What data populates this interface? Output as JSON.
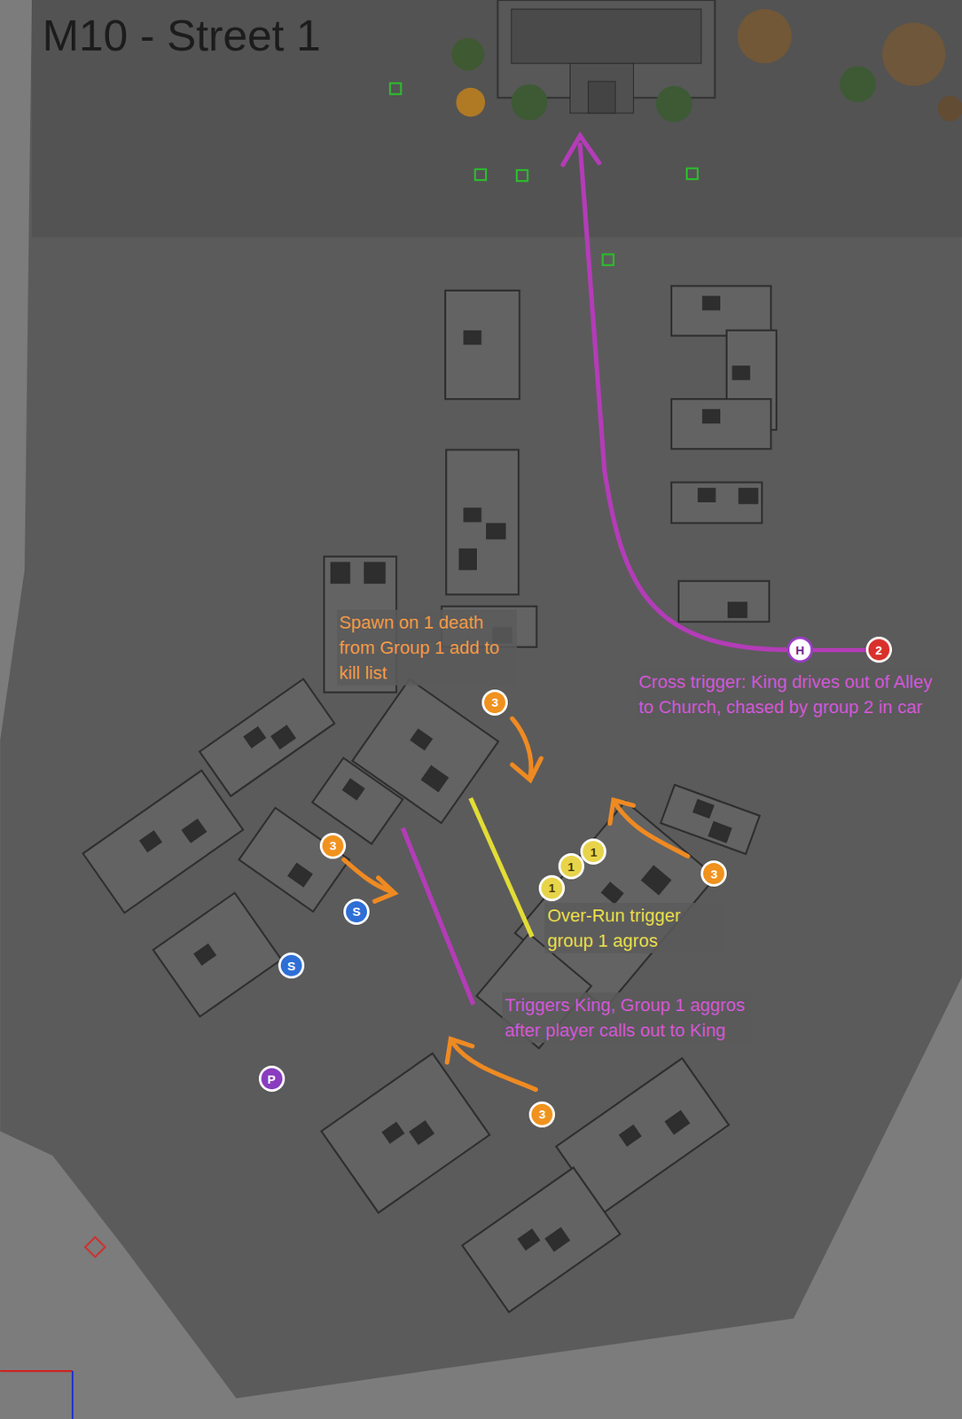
{
  "diagram": {
    "title": "M10 - Street 1",
    "nodes": [
      {
        "text": [
          "H"
        ]
      },
      {
        "text": [
          "2"
        ]
      },
      {
        "text": [
          "3"
        ]
      },
      {
        "text": [
          "1"
        ]
      },
      {
        "text": [
          "1"
        ]
      },
      {
        "text": [
          "3"
        ]
      },
      {
        "text": [
          "3"
        ]
      },
      {
        "text": [
          "1"
        ]
      },
      {
        "text": [
          "S"
        ]
      },
      {
        "text": [
          "S"
        ]
      },
      {
        "text": [
          "P"
        ]
      },
      {
        "text": [
          "3"
        ]
      }
    ],
    "edges": [
      {
        "from": 0,
        "to": 1,
        "arrow": "none"
      }
    ],
    "labels": [
      "Spawn on 1 death from Group 1 add to kill list",
      "Cross trigger: King drives out of Alley to Church, chased by group 2 in car",
      "Over-Run trigger group 1 agros",
      "Triggers King, Group 1 aggros after player calls out to King"
    ]
  }
}
